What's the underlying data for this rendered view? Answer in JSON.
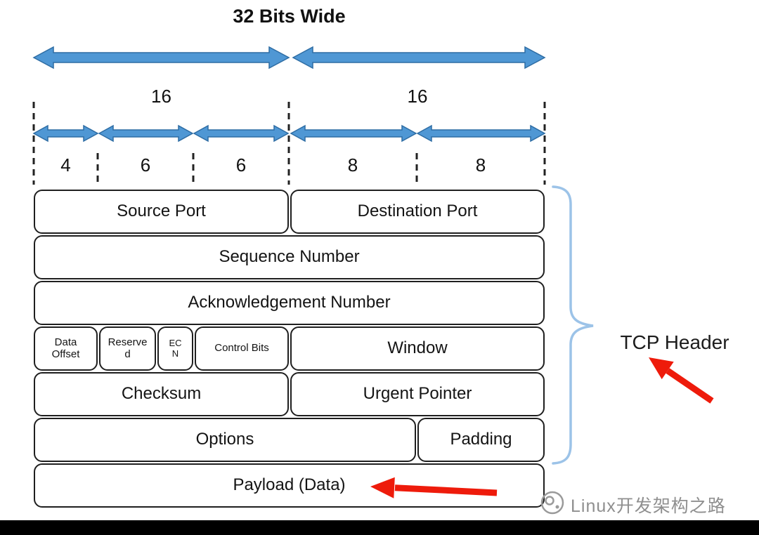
{
  "title": "32 Bits Wide",
  "bit_scale": {
    "halves": [
      {
        "label": "16"
      },
      {
        "label": "16"
      }
    ],
    "segments": [
      {
        "label": "4"
      },
      {
        "label": "6"
      },
      {
        "label": "6"
      },
      {
        "label": "8"
      },
      {
        "label": "8"
      }
    ]
  },
  "fields": {
    "source_port": "Source Port",
    "destination_port": "Destination Port",
    "sequence_number": "Sequence Number",
    "acknowledgement_number": "Acknowledgement Number",
    "data_offset": "Data Offset",
    "reserved": "Reserved",
    "ecn": "ECN",
    "control_bits": "Control Bits",
    "window": "Window",
    "checksum": "Checksum",
    "urgent_pointer": "Urgent Pointer",
    "options": "Options",
    "padding": "Padding",
    "payload": "Payload (Data)"
  },
  "annotations": {
    "tcp_header": "TCP Header"
  },
  "watermark": {
    "text": "Linux开发架构之路"
  },
  "colors": {
    "arrow_fill": "#4f97d4",
    "arrow_stroke": "#2e6da4",
    "brace_blue": "#9cc3e8",
    "red_arrow": "#ee1b0b",
    "watermark_gray": "#8f8f8f"
  }
}
